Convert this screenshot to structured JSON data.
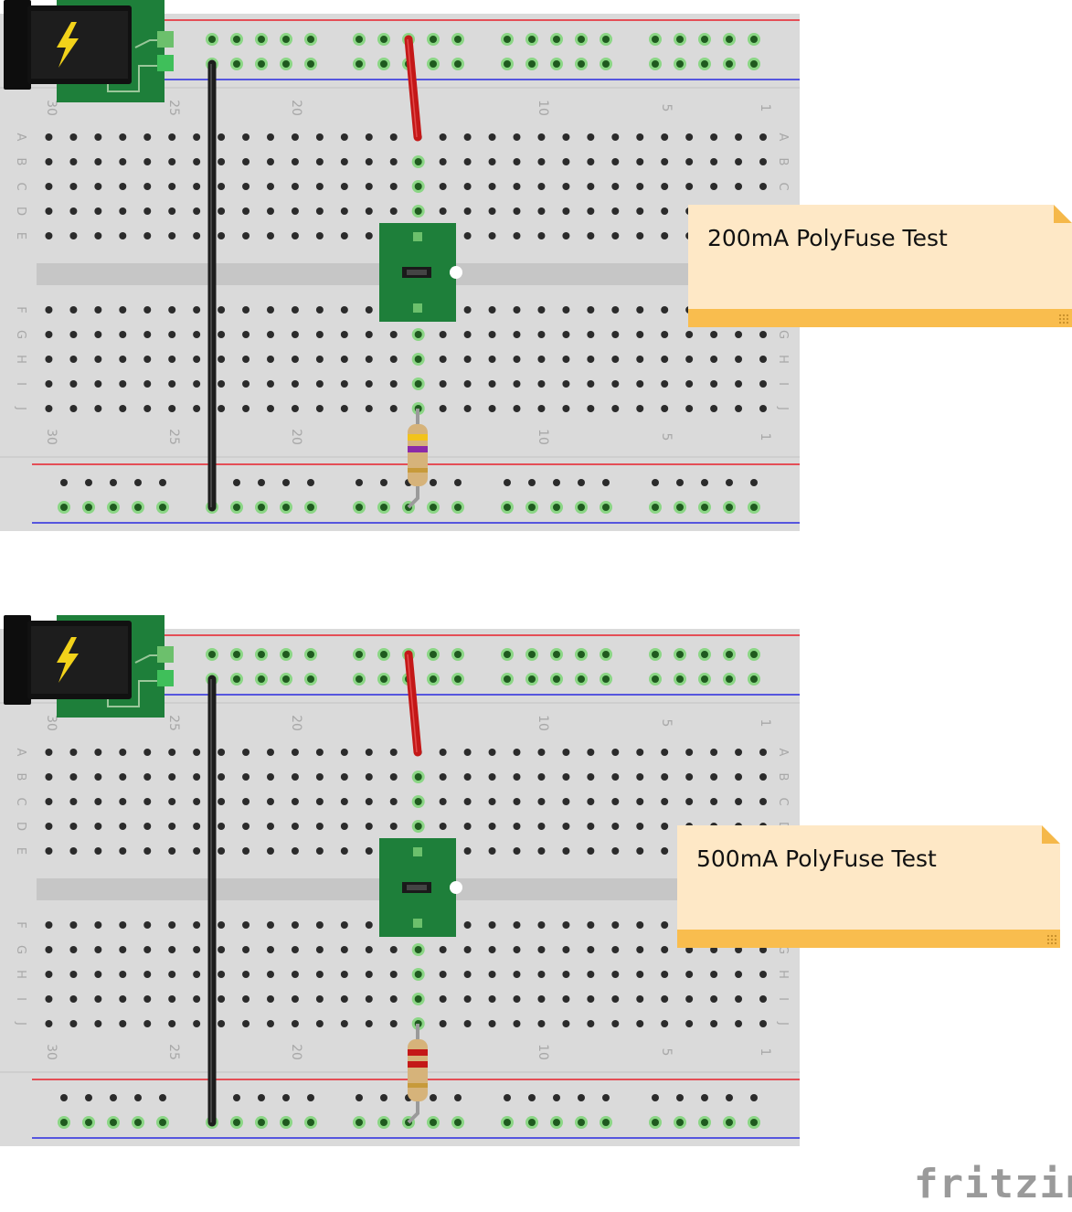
{
  "app": "fritzing",
  "logo_text": "fritzing",
  "colors": {
    "board": "#dadada",
    "board_bottom_strip": "#c6c6c6",
    "rail_red": "#e8202a",
    "rail_blue": "#2a2ae0",
    "hole": "#2b2b2b",
    "hole_connected": "#8bd685",
    "wire_red": "#c41818",
    "wire_black": "#1d1d1d",
    "pcb_green": "#1e7f3a",
    "note_bg": "#fee8c6",
    "note_bar": "#f9bd4e"
  },
  "breadboard": {
    "row_letters_top": [
      "A",
      "B",
      "C",
      "D",
      "E"
    ],
    "row_letters_bottom": [
      "F",
      "G",
      "H",
      "I",
      "J"
    ],
    "column_numbers": [
      "30",
      "25",
      "20",
      "10",
      "5",
      "1"
    ]
  },
  "circuits": [
    {
      "note_text": "200mA PolyFuse Test",
      "resistor_bands": [
        "#f2c31a",
        "#8b2aa8"
      ],
      "power_icon": "lightning-bolt-icon"
    },
    {
      "note_text": "500mA PolyFuse Test",
      "resistor_bands": [
        "#c41818",
        "#c41818"
      ],
      "power_icon": "lightning-bolt-icon"
    }
  ]
}
